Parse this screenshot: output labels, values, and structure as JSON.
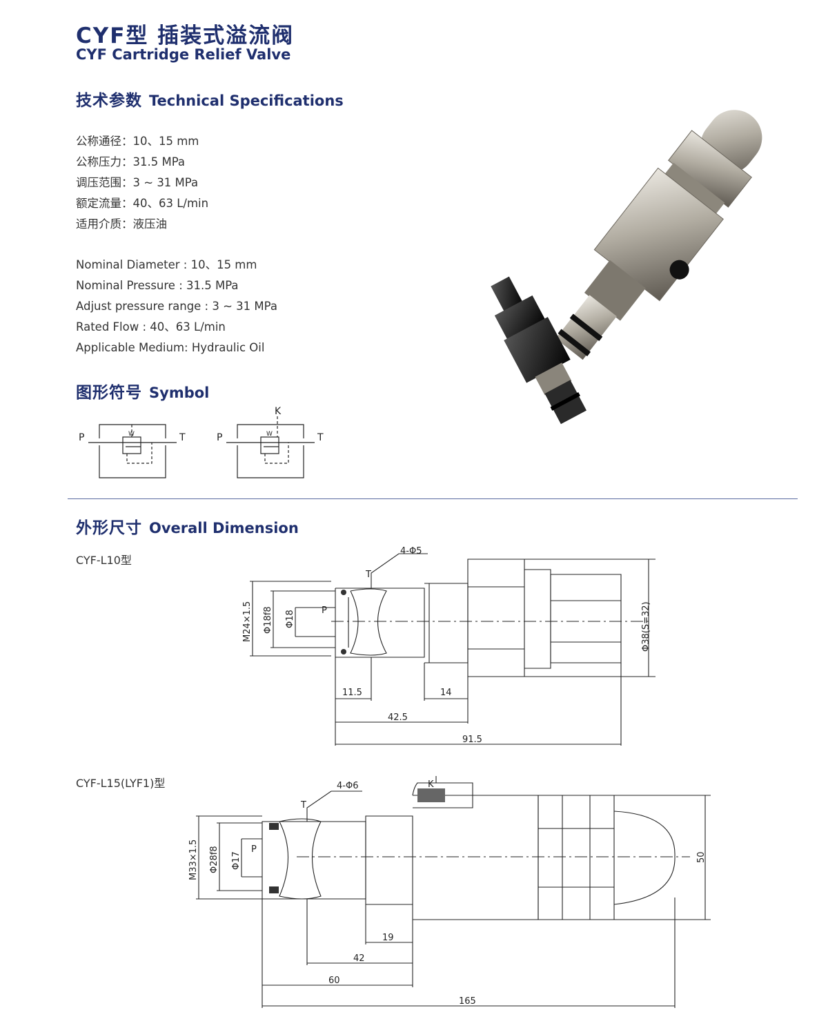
{
  "header": {
    "title_cn": "CYF型 插装式溢流阀",
    "title_en": "CYF Cartridge Relief Valve"
  },
  "tech": {
    "heading_cn": "技术参数",
    "heading_en": "Technical Specifications",
    "specs_cn": [
      "公称通径：10、15 mm",
      "公称压力：31.5 MPa",
      "调压范围：3 ~ 31 MPa",
      "额定流量：40、63 L/min",
      "适用介质：液压油"
    ],
    "specs_en": [
      "Nominal Diameter : 10、15 mm",
      "Nominal Pressure : 31.5 MPa",
      "Adjust pressure range : 3 ~ 31 MPa",
      "Rated Flow : 40、63 L/min",
      "Applicable Medium:  Hydraulic Oil"
    ]
  },
  "symbol": {
    "heading_cn": "图形符号",
    "heading_en": "Symbol",
    "left": {
      "p": "P",
      "t": "T",
      "spring": "W"
    },
    "right": {
      "p": "P",
      "t": "T",
      "k": "K",
      "spring": "W"
    }
  },
  "dimension": {
    "heading_cn": "外形尺寸",
    "heading_en": "Overall Dimension",
    "l10": {
      "model": "CYF-L10型",
      "holes": "4-Φ5",
      "port_t": "T",
      "port_p": "P",
      "thread": "M24×1.5",
      "d_fit": "Φ18f8",
      "d_bore": "Φ18",
      "d_hex": "Φ38(S=32)",
      "len_a": "11.5",
      "len_b": "14",
      "len_c": "42.5",
      "len_total": "91.5"
    },
    "l15": {
      "model": "CYF-L15(LYF1)型",
      "holes": "4-Φ6",
      "port_t": "T",
      "port_p": "P",
      "port_k": "K",
      "thread": "M33×1.5",
      "d_fit": "Φ28f8",
      "d_bore": "Φ17",
      "height": "50",
      "len_a": "19",
      "len_b": "42",
      "len_c": "60",
      "len_total": "165"
    }
  },
  "colors": {
    "heading": "#1f2f6e",
    "divider": "#5a6aa0",
    "steel": "#b8b3a8",
    "black_part": "#1a1a1a"
  }
}
